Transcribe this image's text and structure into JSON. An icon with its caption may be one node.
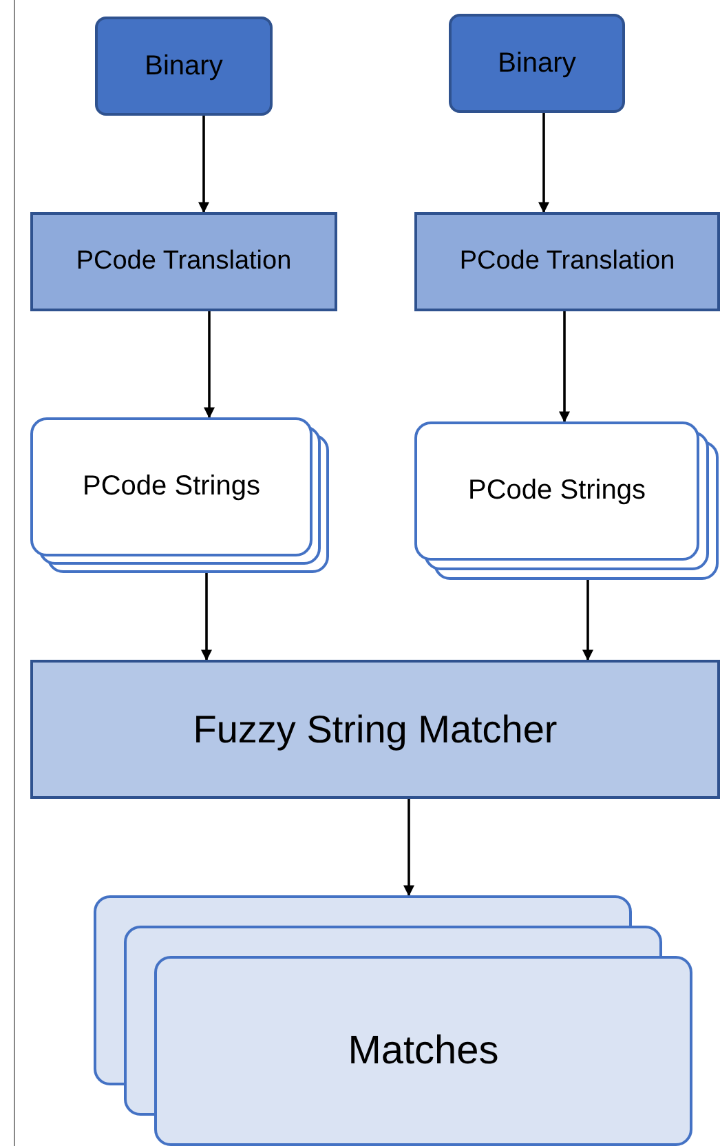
{
  "diagram": {
    "nodes": [
      {
        "text": [
          "Binary"
        ]
      },
      {
        "text": [
          "Binary"
        ]
      },
      {
        "text": [
          "PCode Translation"
        ]
      },
      {
        "text": [
          "PCode Translation"
        ]
      },
      {
        "text": [
          "PCode Strings"
        ]
      },
      {
        "text": [
          "PCode Strings"
        ]
      },
      {
        "text": [
          "Fuzzy String Matcher"
        ]
      },
      {
        "text": [
          "Matches"
        ]
      }
    ],
    "edges": [
      {
        "from": 0,
        "to": 2,
        "arrow": "to"
      },
      {
        "from": 1,
        "to": 3,
        "arrow": "to"
      },
      {
        "from": 2,
        "to": 4,
        "arrow": "to"
      },
      {
        "from": 3,
        "to": 5,
        "arrow": "to"
      },
      {
        "from": 4,
        "to": 6,
        "arrow": "to"
      },
      {
        "from": 5,
        "to": 6,
        "arrow": "to"
      },
      {
        "from": 6,
        "to": 7,
        "arrow": "to"
      }
    ]
  }
}
